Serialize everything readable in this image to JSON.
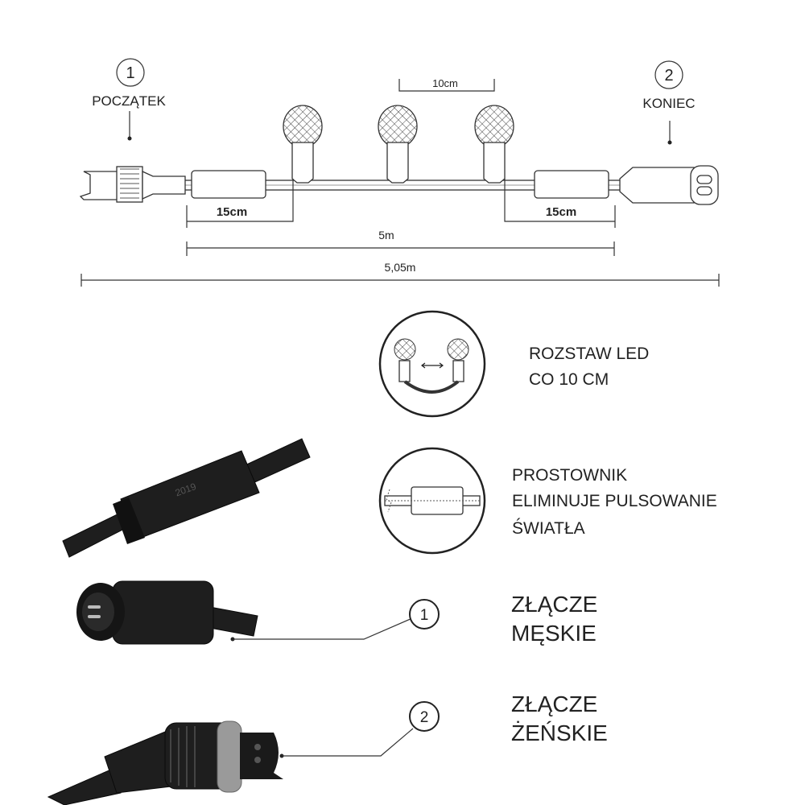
{
  "top_diagram": {
    "start_number": "1",
    "start_label": "POCZĄTEK",
    "end_number": "2",
    "end_label": "KONIEC",
    "spacing_label": "10cm",
    "left_lead_label": "15cm",
    "right_lead_label": "15cm",
    "lit_length_label": "5m",
    "total_length_label": "5,05m"
  },
  "features": [
    {
      "lines": [
        "ROZSTAW LED",
        "CO 10 CM"
      ],
      "icon": "led-spacing-icon"
    },
    {
      "lines": [
        "PROSTOWNIK",
        "ELIMINUJE PULSOWANIE",
        "ŚWIATŁA"
      ],
      "icon": "rectifier-icon"
    }
  ],
  "rectifier_photo_text": "2019",
  "connectors": [
    {
      "number": "1",
      "lines": [
        "ZŁĄCZE",
        "MĘSKIE"
      ]
    },
    {
      "number": "2",
      "lines": [
        "ZŁĄCZE",
        "ŻEŃSKIE"
      ]
    }
  ]
}
